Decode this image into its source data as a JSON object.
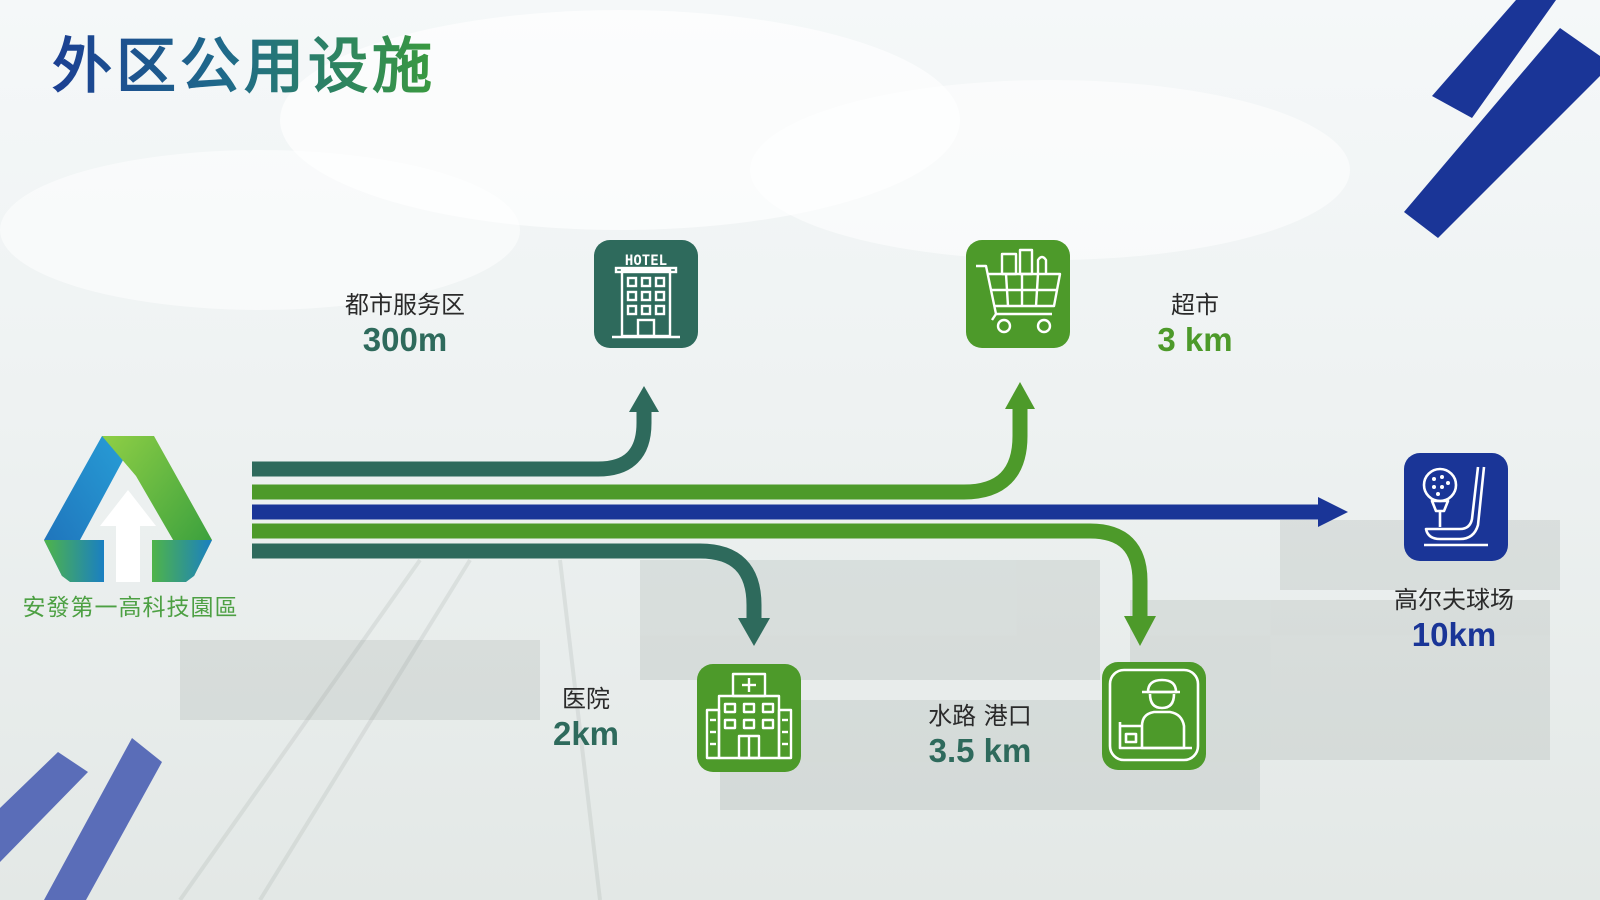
{
  "title": "外区公用设施",
  "origin": {
    "label": "安發第一高科技園區"
  },
  "destinations": [
    {
      "id": "city-service",
      "name": "都市服务区",
      "distance": "300m",
      "icon": "hotel-icon",
      "color": "#2e6a5c"
    },
    {
      "id": "supermarket",
      "name": "超市",
      "distance": "3 km",
      "icon": "shopping-cart-icon",
      "color": "#4d9a2a"
    },
    {
      "id": "golf",
      "name": "高尔夫球场",
      "distance": "10km",
      "icon": "golf-icon",
      "color": "#1a3597"
    },
    {
      "id": "hospital",
      "name": "医院",
      "distance": "2km",
      "icon": "hospital-icon",
      "color": "#2e6a5c"
    },
    {
      "id": "port",
      "name": "水路 港口",
      "distance": "3.5 km",
      "icon": "port-worker-icon",
      "color": "#4d9a2a"
    }
  ],
  "colors": {
    "teal": "#2e6a5c",
    "green": "#4d9a2a",
    "navy": "#1a3597",
    "title_start": "#1b3f93",
    "title_end": "#3a9a3e"
  }
}
